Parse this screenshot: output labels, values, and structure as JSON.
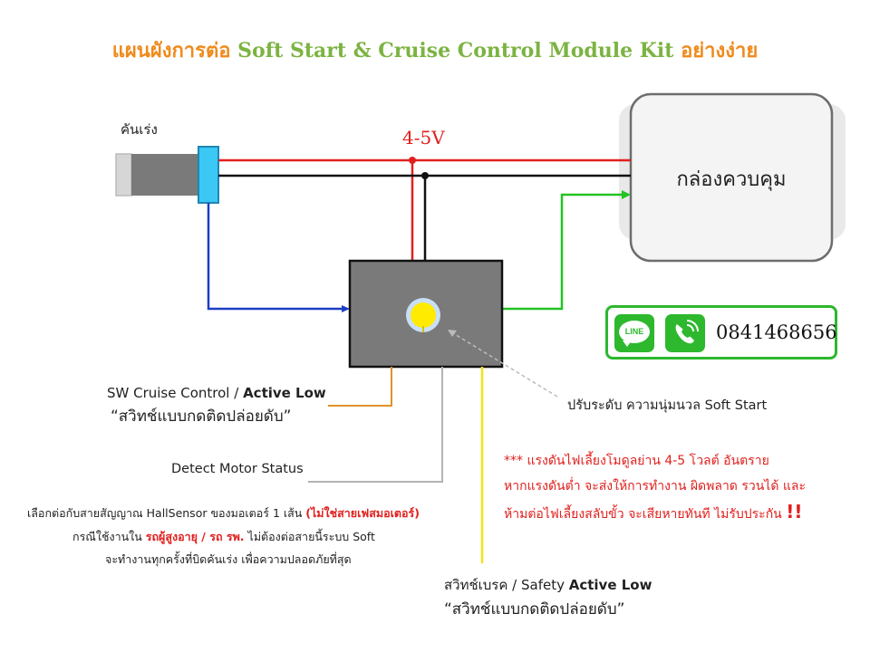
{
  "title": {
    "part1": "แผนผังการต่อ ",
    "part2": "Soft Start & Cruise Control Module Kit ",
    "part3": "อย่างง่าย"
  },
  "labels": {
    "throttle": "คันเร่ง",
    "voltage": "4-5V",
    "control_box": "กล่องควบคุม",
    "soft_start_adjust": "ปรับระดับ ความนุ่มนวล Soft Start",
    "sw_cruise_prefix": "SW Cruise Control / ",
    "sw_cruise_active": "Active Low",
    "sw_cruise_quote": "“สวิทช์แบบกดติดปล่อยดับ”",
    "detect_motor": "Detect Motor Status",
    "brake_prefix": "สวิทช์เบรค / Safety ",
    "brake_active": "Active Low",
    "brake_quote": "“สวิทช์แบบกดติดปล่อยดับ”"
  },
  "warning": {
    "line1": "*** แรงดันไฟเลี้ยงโมดูลย่าน 4-5 โวลต์ อันตราย",
    "line2": "หากแรงดันต่ำ จะส่งให้การทำงาน ผิดพลาด รวนได้ และ",
    "line3": "ห้ามต่อไฟเลี้ยงสลับขั้ว จะเสียหายทันที ไม่รับประกัน ",
    "line3_emph": "!!"
  },
  "note": {
    "line1_a": "เลือกต่อกับสายสัญญาณ  HallSensor  ของมอเตอร์  1 เส้น ",
    "line1_b": "(ไม่ใช่สายเฟสมอเตอร์)",
    "line2_a": "กรณีใช้งานใน ",
    "line2_b": "รถผู้สูงอายุ / รถ รพ.",
    "line2_c": " ไม่ต้องต่อสายนี้ระบบ  Soft",
    "line3": "จะทำงานทุกครั้งที่บิดคันเร่ง  เพื่อความปลอดภัยที่สุด"
  },
  "contact": {
    "line_badge": "LINE",
    "phone": "0841468656",
    "icons": [
      "line-app-icon",
      "phone-icon"
    ]
  },
  "colors": {
    "title_orange": "#f08a1c",
    "title_green": "#7cb342",
    "wire_red": "#e0201e",
    "wire_black": "#111111",
    "wire_blue": "#1b3fc4",
    "wire_green": "#22c322",
    "wire_orange": "#e0922a",
    "wire_gray": "#b4b4b4",
    "wire_yellow": "#f2e21a",
    "module_fill": "#7a7a7a",
    "knob_yellow": "#ffeb00",
    "connector_cyan": "#3bc8f5"
  }
}
